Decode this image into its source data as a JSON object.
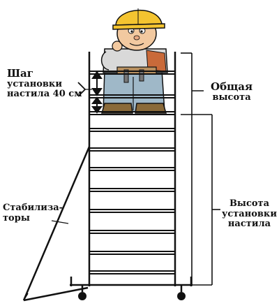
{
  "labels": {
    "step": [
      "Шаг",
      "установки",
      "настила 40 см"
    ],
    "total_height": [
      "Общая",
      "высота"
    ],
    "stabilizers": [
      "Стабилиза-",
      "торы"
    ],
    "platform_height": [
      "Высота",
      "установки",
      "настила"
    ]
  },
  "colors": {
    "line": "#111111",
    "hat": "#f4c430",
    "skin": "#f2c9a0",
    "shirt": "#d9d9d9",
    "overalls": "#9fb8c8",
    "boots": "#8a6a3a",
    "background": "#ffffff"
  },
  "illustration": {
    "icon": "builder-character-icon"
  }
}
